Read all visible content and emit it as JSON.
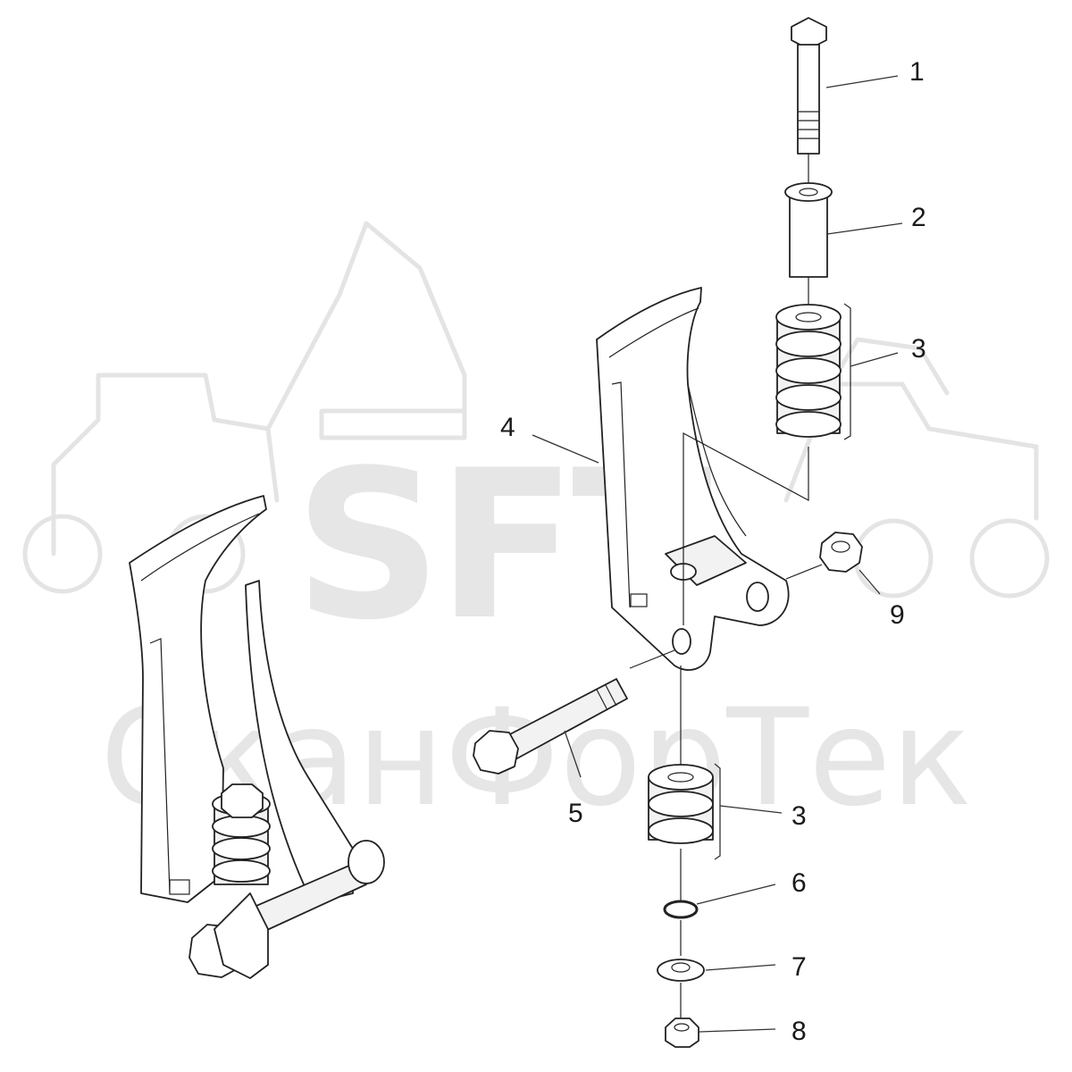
{
  "watermark": {
    "logo_text": "SFT",
    "company_text": "СканФорТек"
  },
  "callouts": [
    {
      "id": "1",
      "label": "1"
    },
    {
      "id": "2",
      "label": "2"
    },
    {
      "id": "3a",
      "label": "3"
    },
    {
      "id": "4",
      "label": "4"
    },
    {
      "id": "9",
      "label": "9"
    },
    {
      "id": "5",
      "label": "5"
    },
    {
      "id": "3b",
      "label": "3"
    },
    {
      "id": "6",
      "label": "6"
    },
    {
      "id": "7",
      "label": "7"
    },
    {
      "id": "8",
      "label": "8"
    }
  ]
}
